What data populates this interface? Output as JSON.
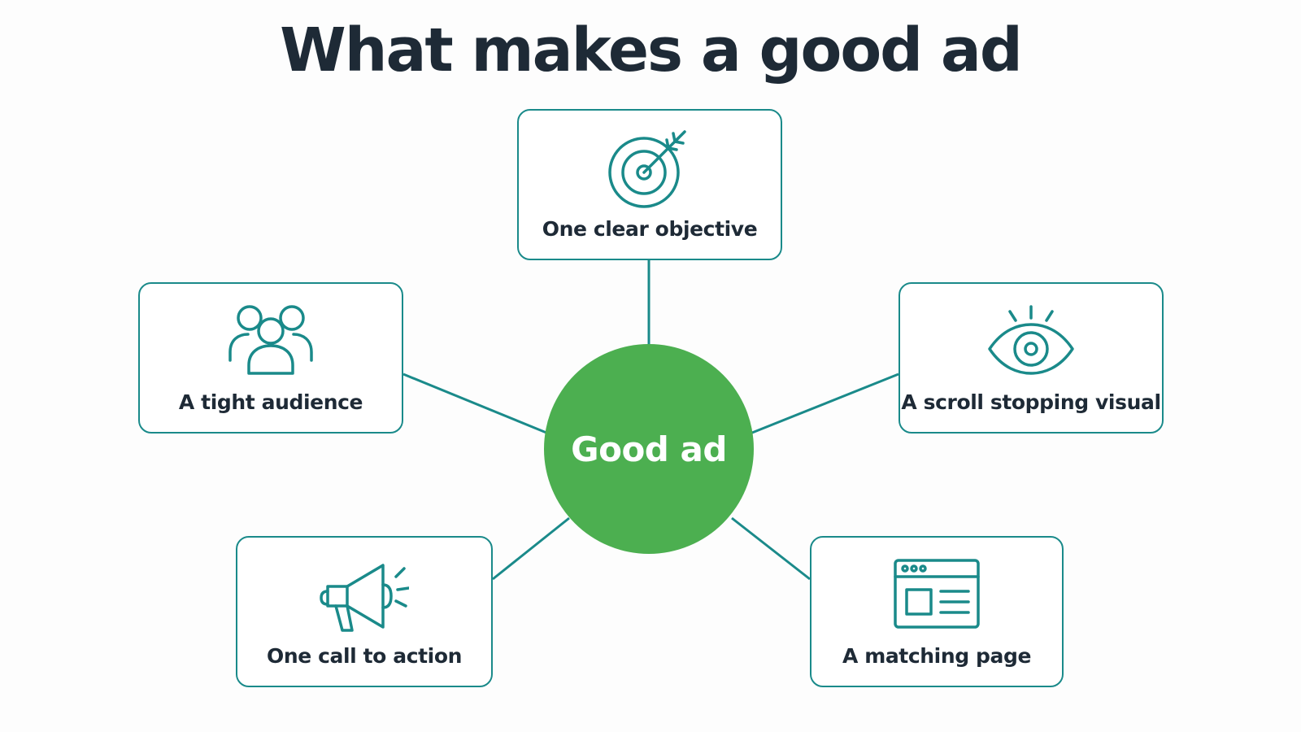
{
  "title": "What makes a good ad",
  "hub": {
    "label": "Good ad",
    "color": "#4caf50"
  },
  "accent_color": "#1a8a8a",
  "nodes": [
    {
      "label": "One clear objective",
      "icon": "target-icon"
    },
    {
      "label": "A tight audience",
      "icon": "people-group-icon"
    },
    {
      "label": "A scroll stopping visual",
      "icon": "eye-icon"
    },
    {
      "label": "One call to action",
      "icon": "megaphone-icon"
    },
    {
      "label": "A matching page",
      "icon": "browser-window-icon"
    }
  ]
}
